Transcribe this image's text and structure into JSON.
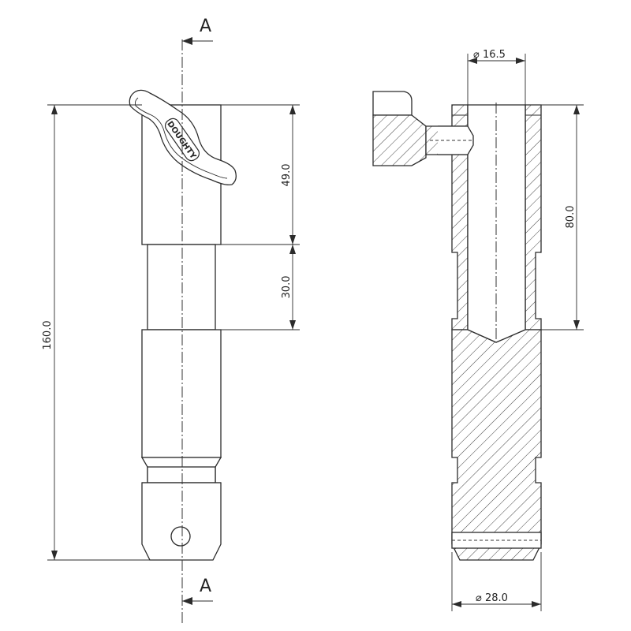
{
  "section_marker": {
    "label": "A"
  },
  "dimensions": {
    "overall_length": "160.0",
    "top_section": "49.0",
    "neck": "30.0",
    "bore_depth": "80.0",
    "bore_diameter": "16.5",
    "outer_diameter": "28.0"
  },
  "logo": {
    "text": "DOUGHTY"
  }
}
